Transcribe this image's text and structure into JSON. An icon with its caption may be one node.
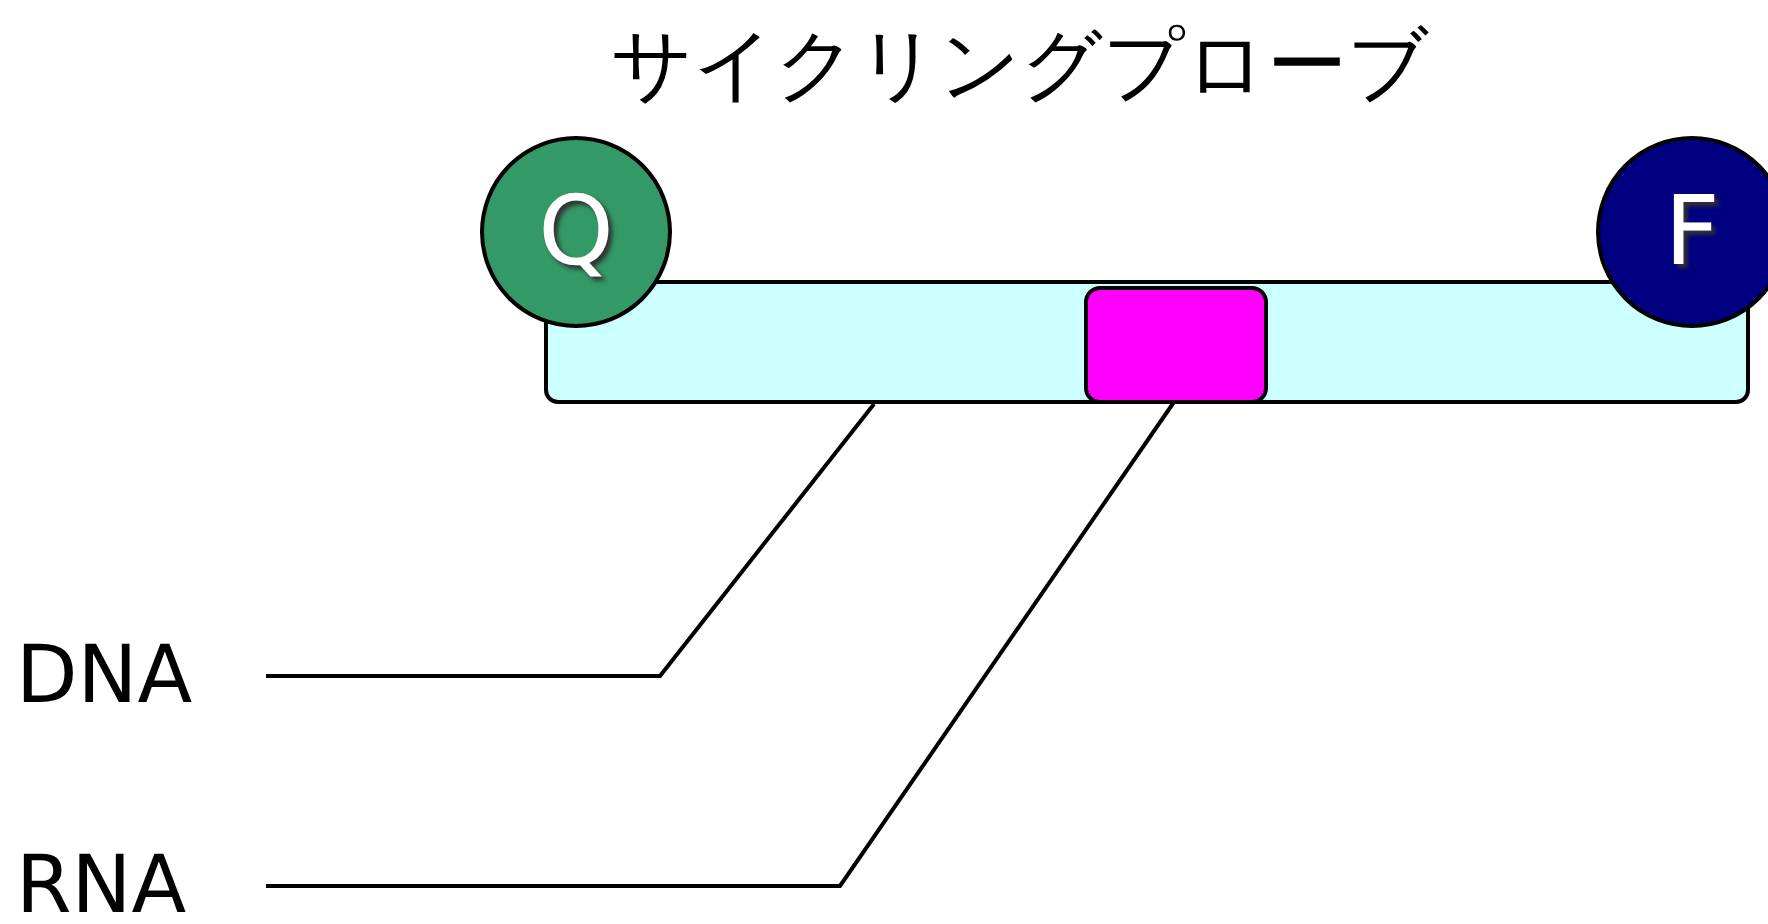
{
  "diagram": {
    "title": "サイクリングプローブ",
    "nodes": [
      {
        "text": [],
        "shape": "box"
      },
      {
        "text": [],
        "shape": "box",
        "in": 0
      },
      {
        "text": [
          "Q"
        ]
      },
      {
        "text": [
          "F"
        ]
      },
      {
        "text": [
          "DNA"
        ]
      },
      {
        "text": [
          "RNA"
        ]
      }
    ],
    "edges": [
      {
        "from": 4,
        "to": 0,
        "arrow": "none"
      },
      {
        "from": 5,
        "to": 1,
        "arrow": "none"
      }
    ]
  }
}
